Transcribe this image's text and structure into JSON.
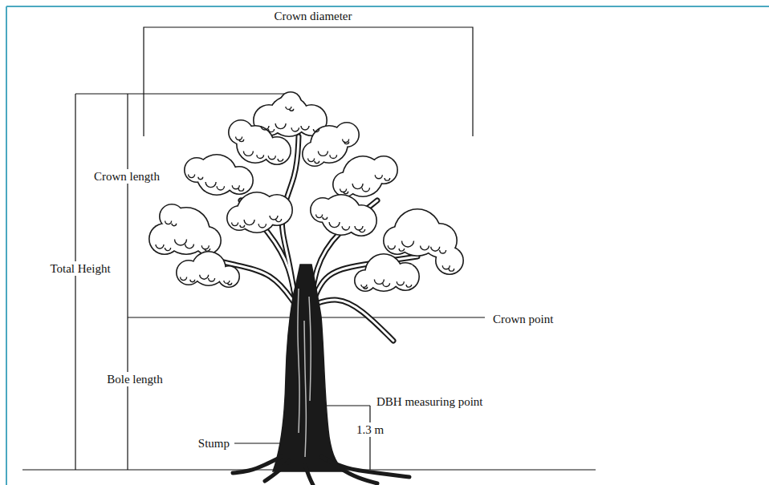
{
  "diagram": {
    "labels": [
      "Crown diameter",
      "Crown length",
      "Total Height",
      "Crown point",
      "Bole length",
      "DBH measuring point",
      "1.3 m",
      "Stump"
    ]
  }
}
